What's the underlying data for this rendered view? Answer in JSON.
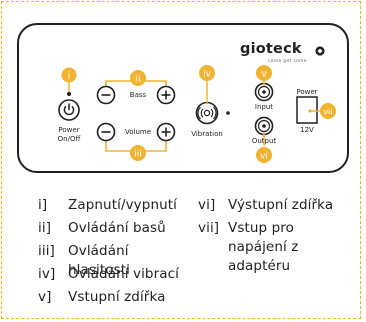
{
  "device": {
    "brand": "gioteck",
    "tagline": "come get some",
    "labels": {
      "power_onoff": "Power\nOn/Off",
      "bass": "Bass",
      "volume": "Volume",
      "vibration": "Vibration",
      "input": "Input",
      "output": "Output",
      "power": "Power",
      "voltage": "12V"
    },
    "markers": [
      "i",
      "ii",
      "iii",
      "iv",
      "v",
      "vi",
      "vii"
    ],
    "marker_color": "#f0b432"
  },
  "legend": [
    {
      "num": "i]",
      "text": "Zapnutí/vypnutí"
    },
    {
      "num": "ii]",
      "text": "Ovládání basů"
    },
    {
      "num": "iii]",
      "text": "Ovládání hlasitosti"
    },
    {
      "num": "iv]",
      "text": "Ovládání vibrací"
    },
    {
      "num": "v]",
      "text": "Vstupní zdířka"
    },
    {
      "num": "vi]",
      "text": "Výstupní zdířka"
    },
    {
      "num": "vii]",
      "text": "Vstup pro\nnapájení z\nadaptéru"
    }
  ]
}
